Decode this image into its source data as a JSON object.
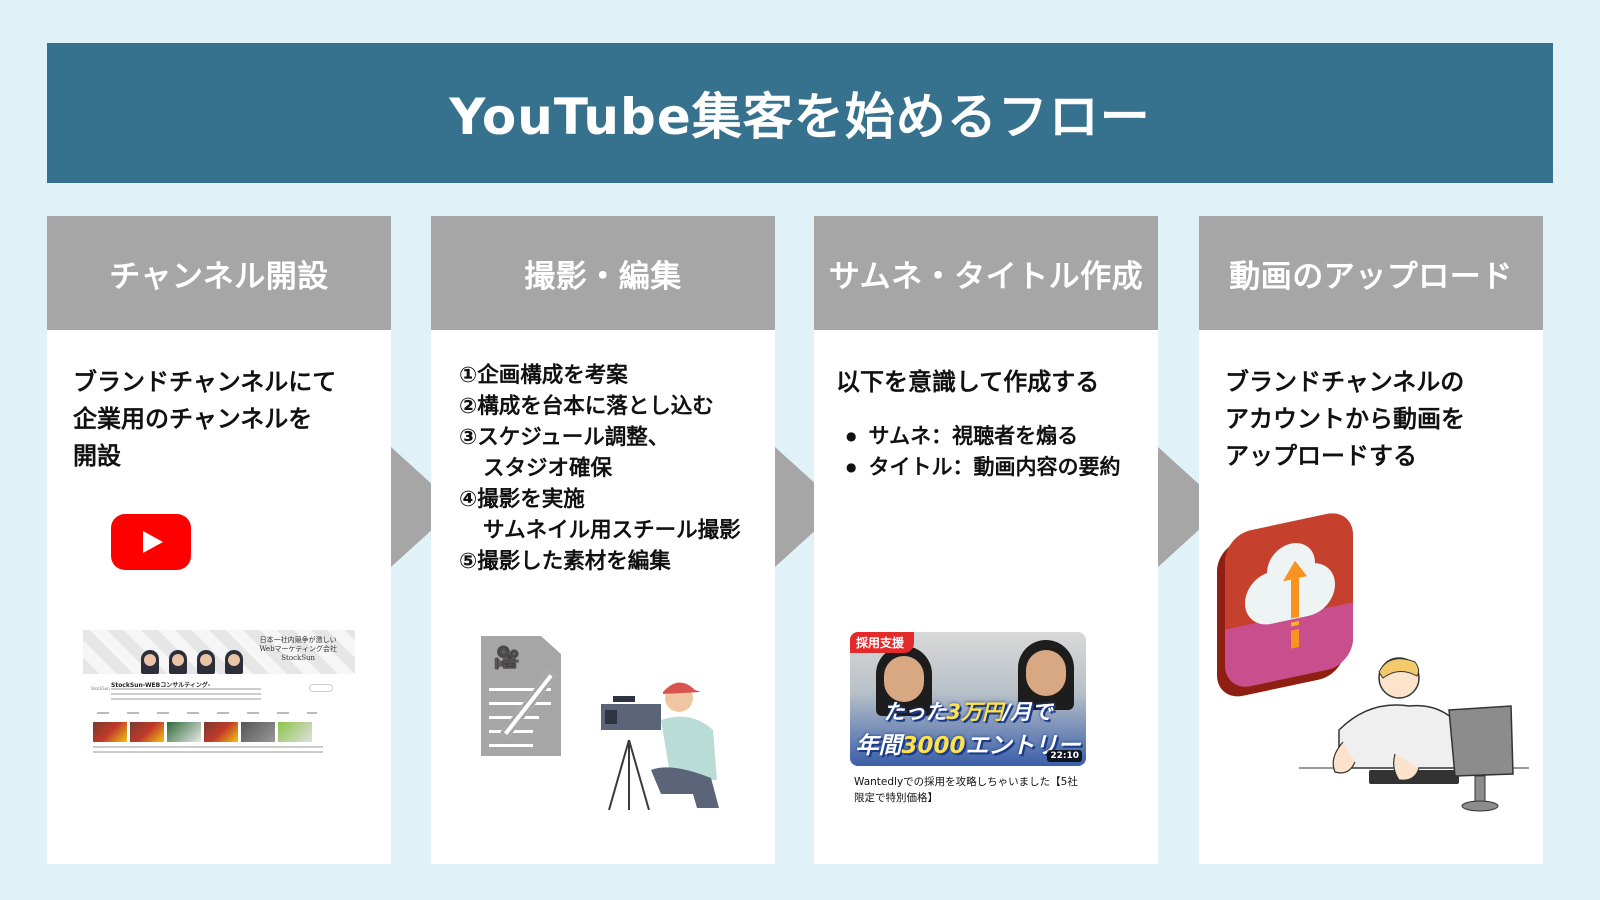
{
  "banner": {
    "title": "YouTube集客を始めるフロー",
    "background_color": "#36718d"
  },
  "colors": {
    "page_background": "#e0f2f7",
    "card_header": "#a6a6a6",
    "card_body": "#ffffff",
    "arrow": "#a6a6a6"
  },
  "steps": [
    {
      "title": "チャンネル開設",
      "lines": [
        "ブランドチャンネルにて",
        "企業用のチャンネルを",
        "開設"
      ],
      "illustrations": {
        "logo": "youtube-logo",
        "screenshot": {
          "banner_text": [
            "日本一社内競争が激しい",
            "Webマーケティング会社",
            "StockSun"
          ],
          "channel_name": "StockSun-WEBコンサルティング-",
          "avatar_label": "StockSun"
        }
      }
    },
    {
      "title": "撮影・編集",
      "items": [
        {
          "num": "①",
          "text": "企画構成を考案"
        },
        {
          "num": "②",
          "text": "構成を台本に落とし込む"
        },
        {
          "num": "③",
          "text": "スケジュール調整、",
          "sub": "スタジオ確保"
        },
        {
          "num": "④",
          "text": "撮影を実施",
          "sub": "サムネイル用スチール撮影"
        },
        {
          "num": "⑤",
          "text": "撮影した素材を編集"
        }
      ],
      "illustrations": [
        "script-document-icon",
        "cameraman-illustration"
      ]
    },
    {
      "title": "サムネ・タイトル作成",
      "lead": "以下を意識して作成する",
      "bullets": [
        "サムネ：視聴者を煽る",
        "タイトル：動画内容の要約"
      ],
      "thumbnail": {
        "badge": "採用支援",
        "line1_prefix": "たった",
        "line1_highlight": "3万円",
        "line1_suffix": "/月で",
        "line2_prefix": "年間",
        "line2_highlight": "3000",
        "line2_suffix": "エントリー",
        "duration": "22:10",
        "video_title": "Wantedlyでの採用を攻略しちゃいました【5社限定で特別価格】"
      }
    },
    {
      "title": "動画のアップロード",
      "lines": [
        "ブランドチャンネルの",
        "アカウントから動画を",
        "アップロードする"
      ],
      "illustrations": [
        "cloud-upload-icon",
        "office-worker-illustration"
      ]
    }
  ]
}
